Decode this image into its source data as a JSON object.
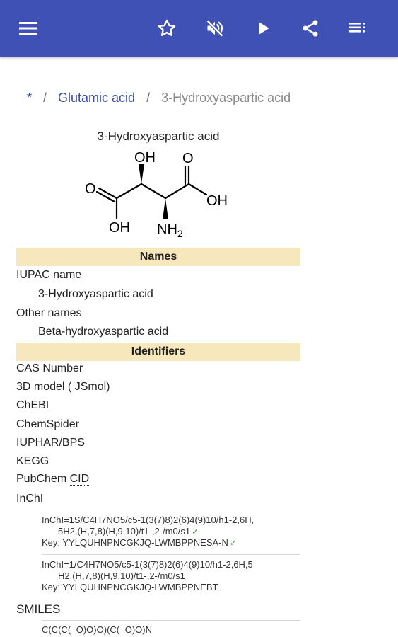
{
  "breadcrumb": {
    "home": "*",
    "separator": "/",
    "parent": "Glutamic acid",
    "current": "3-Hydroxyaspartic acid"
  },
  "molecule": {
    "title": "3-Hydroxyaspartic acid",
    "labels": {
      "oh_top": "OH",
      "o_top": "O",
      "o_left": "O",
      "oh_right": "OH",
      "oh_bottom": "OH",
      "nh2": "NH",
      "nh2_sub": "2"
    }
  },
  "infobox": {
    "names_header": "Names",
    "iupac_label": "IUPAC name",
    "iupac_value": "3-Hydroxyaspartic acid",
    "other_label": "Other names",
    "other_value": "Beta-hydroxyaspartic acid",
    "identifiers_header": "Identifiers",
    "identifiers": [
      "CAS Number",
      "3D model ( JSmol)",
      "ChEBI",
      "ChemSpider",
      "IUPHAR/BPS",
      "KEGG"
    ],
    "pubchem_label": "PubChem ",
    "pubchem_cid": "CID",
    "inchi_label": "InChI",
    "inchi_std_line1": "InChI=1S/C4H7NO5/c5-1(3(7)8)2(6)4(9)10/h1-2,6H,",
    "inchi_std_line2": "5H2,(H,7,8)(H,9,10)/t1-,2-/m0/s1",
    "inchi_std_key": "Key: YYLQUHNPNCGKJQ-LWMBPPNESA-N",
    "inchi_line1": "InChI=1/C4H7NO5/c5-1(3(7)8)2(6)4(9)10/h1-2,6H,5",
    "inchi_line2": "H2,(H,7,8)(H,9,10)/t1-,2-/m0/s1",
    "inchi_key": "Key: YYLQUHNPNCGKJQ-LWMBPPNEBT",
    "check": "✓",
    "smiles_label": "SMILES",
    "smiles_value": "C(C(C(=O)O)O)(C(=O)O)N"
  },
  "icons": {
    "menu": "menu-icon",
    "star": "star-icon",
    "mute": "volume-off-icon",
    "play": "play-icon",
    "share": "share-icon",
    "list": "playlist-icon"
  },
  "colors": {
    "appbar": "#3f51b5",
    "link": "#3949ab",
    "section_header": "#f7e7bd",
    "check": "#2e9b2e"
  }
}
